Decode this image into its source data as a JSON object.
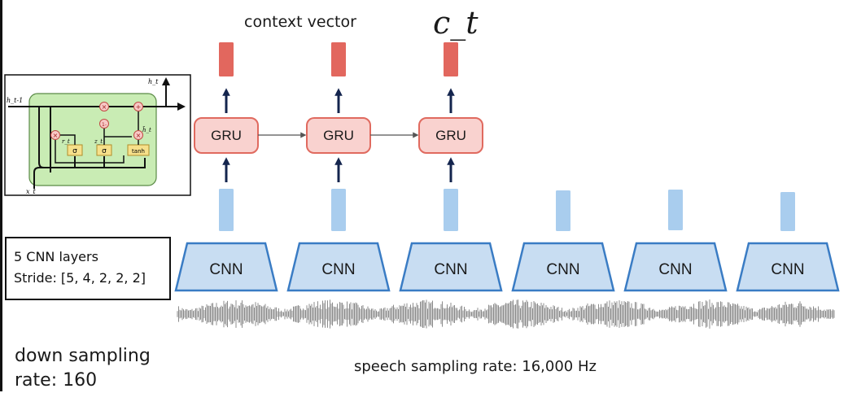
{
  "labels": {
    "context_vector": "context vector",
    "ct": "c_t",
    "cnn_layers": "5 CNN layers",
    "stride": "Stride: [5, 4, 2, 2, 2]",
    "down_sampling": "down sampling rate: 160",
    "speech_rate": "speech sampling rate: 16,000 Hz"
  },
  "gru": {
    "label": "GRU",
    "count": 3
  },
  "cnn": {
    "label": "CNN",
    "count": 6
  },
  "gru_inset": {
    "h_out": "h_t",
    "h_prev": "h_t-1",
    "x_in": "x_t",
    "r": "r_t",
    "z": "z_t",
    "h_tilde": "h̃_t",
    "sigma": "σ",
    "tanh": "tanh",
    "times": "×",
    "plus": "+",
    "one_minus": "1-"
  },
  "colors": {
    "context_fill": "#e2675e",
    "gru_fill": "#f9d2cf",
    "gru_stroke": "#e06a5f",
    "feature_fill": "#a9cdee",
    "cnn_fill": "#c8ddf2",
    "cnn_stroke": "#3a7cc4",
    "arrow": "#14254e",
    "gate_fill": "#f6e08a",
    "cell_fill": "#c9ecb4"
  }
}
